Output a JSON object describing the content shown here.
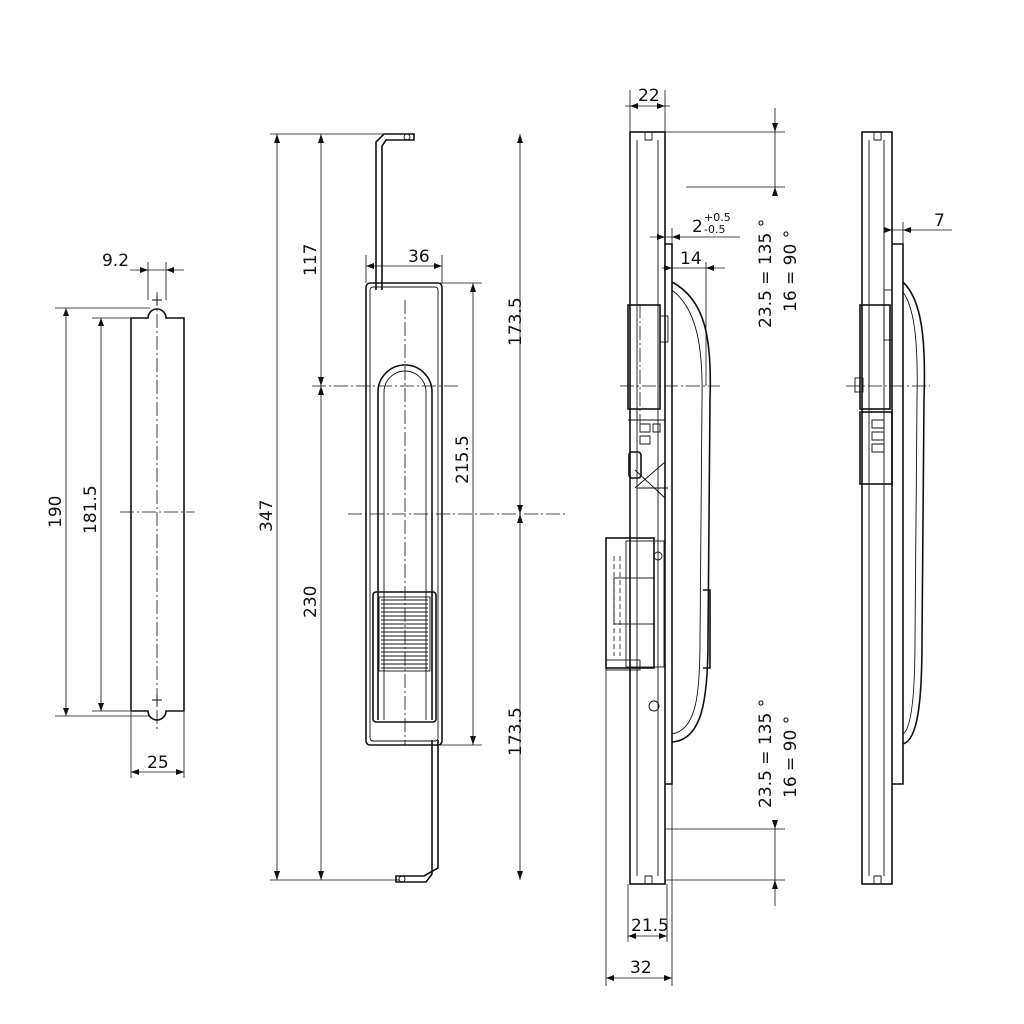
{
  "views": {
    "cutout": {
      "dim_width_top": "9.2",
      "dim_height_outer": "190",
      "dim_height_inner": "181.5",
      "dim_width_bottom": "25"
    },
    "front": {
      "dim_total": "347",
      "dim_upper": "117",
      "dim_lower": "230",
      "dim_handle_width": "36",
      "dim_handle_length": "215.5",
      "dim_rod_up": "173.5",
      "dim_rod_down": "173.5"
    },
    "side": {
      "dim_top_width": "22",
      "dim_gap": "2",
      "tol_plus": "+0.5",
      "tol_minus": "-0.5",
      "dim_offset": "14",
      "angle_top_a": "23.5 = 135 °",
      "angle_top_b": "16 = 90 °",
      "angle_bot_a": "23.5 = 135 °",
      "angle_bot_b": "16 = 90 °",
      "dim_base_width": "21.5",
      "dim_total_width": "32"
    },
    "rear": {
      "dim_offset": "7"
    }
  }
}
